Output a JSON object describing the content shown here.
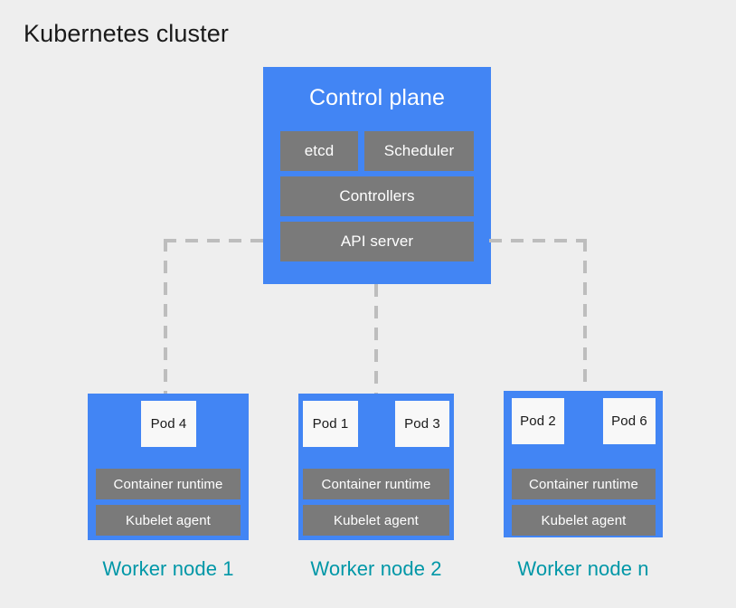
{
  "title": "Kubernetes cluster",
  "colors": {
    "background": "#eeeeee",
    "node_blue": "#4285f4",
    "component_gray": "#7a7a7a",
    "pod_white": "#f8f8f8",
    "caption_teal": "#0097a7",
    "connector_gray": "#bdbdbd",
    "title_text": "#1a1a1a"
  },
  "control_plane": {
    "title": "Control plane",
    "components": [
      {
        "label": "etcd"
      },
      {
        "label": "Scheduler"
      },
      {
        "label": "Controllers"
      },
      {
        "label": "API server"
      }
    ]
  },
  "worker_nodes": [
    {
      "caption": "Worker node 1",
      "pods": [
        {
          "label": "Pod 4"
        }
      ],
      "runtime": "Container runtime",
      "kubelet": "Kubelet agent"
    },
    {
      "caption": "Worker node 2",
      "pods": [
        {
          "label": "Pod 1"
        },
        {
          "label": "Pod 3"
        }
      ],
      "runtime": "Container runtime",
      "kubelet": "Kubelet agent"
    },
    {
      "caption": "Worker node n",
      "pods": [
        {
          "label": "Pod 2"
        },
        {
          "label": "Pod 6"
        }
      ],
      "runtime": "Container runtime",
      "kubelet": "Kubelet agent"
    }
  ],
  "connectors": [
    {
      "name": "api-server-to-worker-node-1",
      "style": "dashed"
    },
    {
      "name": "api-server-to-worker-node-2",
      "style": "dashed"
    },
    {
      "name": "api-server-to-worker-node-n",
      "style": "dashed"
    }
  ]
}
